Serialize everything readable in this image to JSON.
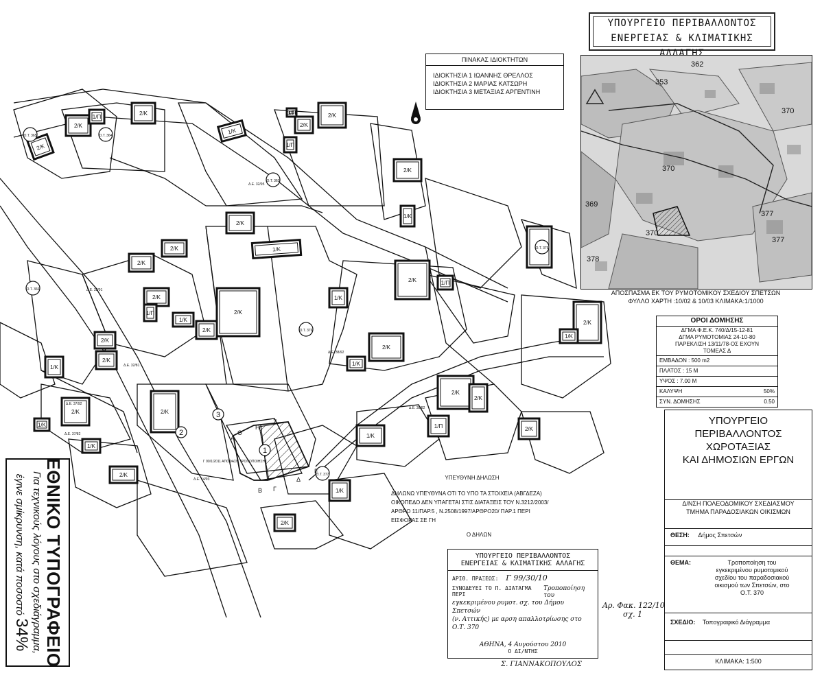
{
  "stamp_top": {
    "line1": "ΥΠΟΥΡΓΕΙΟ ΠΕΡΙΒΑΛΛΟΝΤΟΣ",
    "line2": "ΕΝΕΡΓΕΙΑΣ & ΚΛΙΜΑΤΙΚΗΣ ΑΛΛΑΓΗΣ"
  },
  "owners_table": {
    "title": "ΠΙΝΑΚΑΣ ΙΔΙΟΚΤΗΤΩΝ",
    "rows": [
      "ΙΔΙΟΚΤΗΣΙΑ 1 ΙΩΑΝΝΗΣ ΘΡΕΛΛΟΣ",
      "ΙΔΙΟΚΤΗΣΙΑ 2 ΜΑΡΙΑΣ ΚΑΤΣΩΡΗ",
      "ΙΔΙΟΚΤΗΣΙΑ 3 ΜΕΤΑΞΙΑΣ ΑΡΓΕΝΤΙΝΗ"
    ]
  },
  "inset": {
    "numbers": [
      "362",
      "353",
      "370",
      "370",
      "370",
      "369",
      "377",
      "377",
      "378"
    ],
    "caption1": "ΑΠΟΣΠΑΣΜΑ ΕΚ ΤΟΥ ΡΥΜΟΤΟΜΙΚΟΥ ΣΧΕΔΙΟΥ ΣΠΕΤΣΩΝ",
    "caption2": "ΦΥΛΛΟ ΧΑΡΤΗ :10/02 & 10/03 ΚΛΙΜΑΚΑ:1/1000"
  },
  "terms": {
    "title": "ΟΡΟΙ ΔΟΜΗΣΗΣ",
    "lines": [
      "ΔΓΜΑ Φ.Ε.Κ. 740/Δ/15-12-81",
      "ΔΓΜΑ ΡΥΜΟΤΟΜΙΑΣ 24-10-80",
      "ΠΑΡΕΚΛΙΣΗ 13/11/78-ΟΣ ΕΧΟΥΝ",
      "ΤΟΜΕΑΣ Δ"
    ],
    "rows": [
      {
        "k": "ΕΜΒΑΔΟΝ : 500 m2",
        "v": ""
      },
      {
        "k": "ΠΛΑΤΟΣ : 15 Μ",
        "v": ""
      },
      {
        "k": "ΥΨΟΣ : 7.00 Μ",
        "v": ""
      },
      {
        "k": "ΚΑΛΥΨΗ",
        "v": "50%"
      },
      {
        "k": "ΣΥΝ. ΔΟΜΗΣΗΣ",
        "v": "0.50"
      }
    ]
  },
  "title_block": {
    "ministry": [
      "ΥΠΟΥΡΓΕΙΟ",
      "ΠΕΡΙΒΑΛΛΟΝΤΟΣ",
      "ΧΩΡΟΤΑΞΙΑΣ",
      "ΚΑΙ ΔΗΜΟΣΙΩΝ ΕΡΓΩΝ"
    ],
    "dept": [
      "Δ/ΝΣΗ ΠΟΛΕΟΔΟΜΙΚΟΥ ΣΧΕΔΙΑΣΜΟΥ",
      "ΤΜΗΜΑ ΠΑΡΑΔΟΣΙΑΚΩΝ ΟΙΚΙΣΜΩΝ"
    ],
    "thesi_label": "ΘΕΣΗ:",
    "thesi_value": "Δήμος Σπετσών",
    "thema_label": "ΘΕΜΑ:",
    "thema_value": [
      "Τροποποίηση του",
      "εγκεκριμένου ρυμοτομικού",
      "σχεδίου του παραδοσιακού",
      "οικισμού των Σπετσών, στο",
      "Ο.Τ. 370"
    ],
    "schedio_label": "ΣΧΕΔΙΟ:",
    "schedio_value": "Τοπογραφικό Διάγραμμα",
    "scale": "ΚΛΙΜΑΚΑ: 1:500"
  },
  "banner": {
    "title": "ΕΘΝΙΚΟ ΤΥΠΟΓΡΑΦΕΙΟ",
    "line1": "Για τεχνικούς λόγους στο σχεδιάγραμμα,",
    "line2": "έγινε σμίκρυνση, κατά ποσοστό",
    "percent": "34%"
  },
  "declaration": {
    "title": "ΥΠΕΥΘΥΝΗ ΔΗΛΩΣΗ",
    "body": [
      "ΔΗΛΩΝΩ ΥΠΕΥΘΥΝΑ ΟΤΙ ΤΟ ΥΠΟ ΤΑ ΣΤΟΙΧΕΙΑ (ΑΒΓΔΕΖΑ)",
      "ΟΙΚΟΠΕΔΟ ΔΕΝ ΥΠΑΓΕΤΑΙ ΣΤΙΣ ΔΙΑΤΑΞΕΙΣ ΤΟΥ Ν.3212/2003/",
      "ΑΡΘΡΟ 11/ΠΑΡ.5 , Ν.2508/1997/ΑΡΘΡΟ20/ ΠΑΡ.1 ΠΕΡΙ",
      "ΕΙΣΦΟΡΑΣ ΣΕ ΓΗ"
    ],
    "signer": "Ο ΔΗΛΩΝ"
  },
  "stamp_bottom": {
    "line1": "ΥΠΟΥΡΓΕΙΟ ΠΕΡΙΒΑΛΛΟΝΤΟΣ",
    "line2": "ΕΝΕΡΓΕΙΑΣ & ΚΛΙΜΑΤΙΚΗΣ ΑΛΛΑΓΗΣ",
    "prot_label": "ΑΡΙΘ. ΠΡΑΞΕΩΣ:",
    "prot_value": "Γ 99/30/10",
    "accomp_label": "ΣΥΝΟΔΕΥΕΙ ΤΟ Π. ΔΙΑΤΑΓΜΑ ΠΕΡΙ",
    "accomp_hand": [
      "Τροποποίηση του",
      "εγκεκριμένου ρυμοτ. σχ. του Δήμου Σπετσών",
      "(ν. Αττικής) με αρση απαλλοτρίωσης στο",
      "Ο.Τ. 370"
    ],
    "city_date": "ΑΘΗΝΑ, 4 Αυγούστου 2010",
    "role": "Ο ΔΙ/ΝΤΗΣ"
  },
  "margin_note": {
    "line1": "Αρ. Φακ. 122/10",
    "line2": "σχ. 1"
  },
  "signature_name": "Σ. ΓΙΑΝΝΑΚΟΠΟΥΛΟΣ",
  "map_labels": {
    "bldg": [
      "2/Κ",
      "1/Π",
      "2/Κ",
      "2/Κ",
      "1/Κ",
      "2/Κ",
      "2/Κ",
      "1/Π",
      "1/Π",
      "2/Κ",
      "1/Κ",
      "2/Κ",
      "2/Κ",
      "1/Κ",
      "2/Κ",
      "2/Κ",
      "2/Κ",
      "1/Κ",
      "2/Κ",
      "2/Κ",
      "1/Κ",
      "1/Π",
      "2/Κ",
      "1/Κ",
      "2/Κ",
      "1/Π",
      "2/Κ",
      "2/Κ",
      "1/Κ",
      "2/Κ",
      "2/Κ",
      "2/Κ",
      "1/Κ",
      "2/Κ",
      "2/Κ",
      "2/Κ",
      "1/Κ",
      "1/Π",
      "2/Κ",
      "1/Κ",
      "2/Κ",
      "1/Κ",
      "1/Κ"
    ],
    "blocks": [
      "Ο.Τ. 365",
      "Ο.Τ. 364",
      "Ο.Τ. 363",
      "Ο.Τ. 366",
      "Ο.Τ. 376",
      "Ο.Τ. 370",
      "Ο.Τ. 377"
    ],
    "plots": [
      "1",
      "2",
      "3"
    ],
    "vertices": [
      "Α",
      "Β",
      "Γ",
      "Δ",
      "Ε",
      "Ζ",
      "Θ",
      "Η"
    ],
    "small": [
      "Δ.Ε. 32/95",
      "Δ.Ε. 32/91",
      "Δ.Ε. 32/81",
      "Δ.Ε. 37/92",
      "Δ.Ε. 37/82",
      "Δ.Ε. 38/92",
      "Δ.Ε. 38/82",
      "Δ.Ε. 14/93",
      "Γ 90/1/2011 ΑΠΟΦΑΣΗ ΤΡΟΠΟΠΟΙΗΣΗΣ"
    ]
  }
}
